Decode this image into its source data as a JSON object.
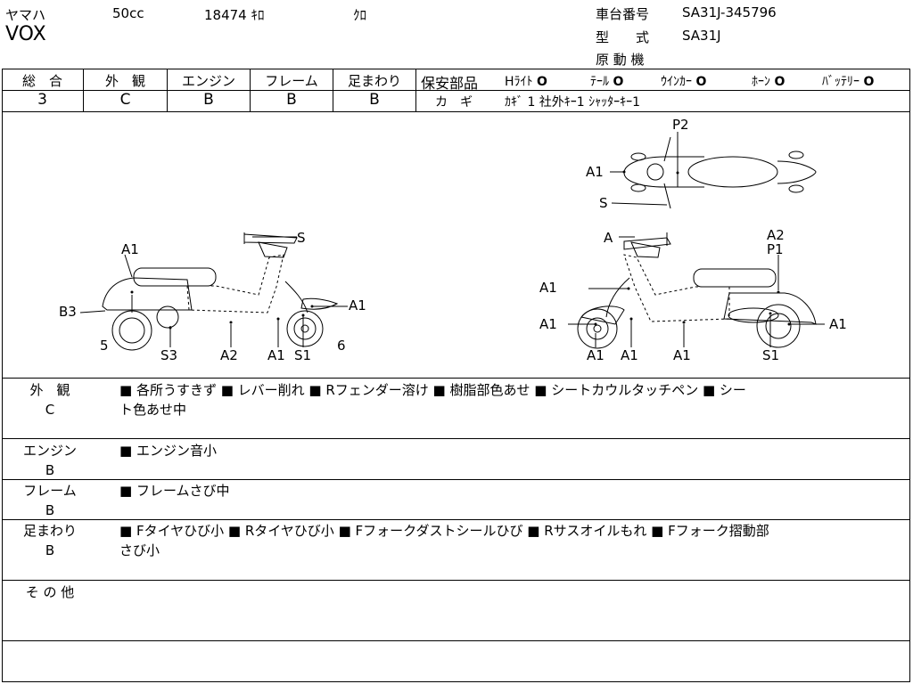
{
  "header": {
    "maker": "ヤマハ",
    "displacement": "50cc",
    "mileage": "18474 ｷﾛ",
    "color": "ｸﾛ",
    "model_name": "VOX",
    "chassis_label": "車台番号",
    "chassis_value": "SA31J-345796",
    "type_label": "型　　式",
    "type_value": "SA31J",
    "engine_motor_label": "原 動 機"
  },
  "grades": [
    {
      "label": "総　合",
      "value": "3"
    },
    {
      "label": "外　観",
      "value": "C"
    },
    {
      "label": "エンジン",
      "value": "B"
    },
    {
      "label": "フレーム",
      "value": "B"
    },
    {
      "label": "足まわり",
      "value": "B"
    }
  ],
  "safety": {
    "title": "保安部品",
    "items": [
      {
        "label": "Hﾗｲﾄ",
        "mark": "O"
      },
      {
        "label": "ﾃｰﾙ",
        "mark": "O"
      },
      {
        "label": "ｳｲﾝｶｰ",
        "mark": "O"
      },
      {
        "label": "ﾎｰﾝ",
        "mark": "O"
      },
      {
        "label": "ﾊﾞｯﾃﾘｰ",
        "mark": "O"
      }
    ],
    "key_label": "カ　ギ",
    "key_value": "ｶｷﾞ 1 社外ｷｰ1 ｼｬｯﾀｰｷｰ1"
  },
  "diagram": {
    "left_labels": [
      "A1",
      "S",
      "B3",
      "A1",
      "5",
      "6",
      "S3",
      "A2",
      "A1",
      "S1"
    ],
    "right_labels": [
      "A",
      "A2",
      "P1",
      "A1",
      "A1",
      "A1",
      "A1",
      "A1",
      "A1",
      "S1"
    ],
    "top_labels": [
      "P2",
      "A1",
      "S"
    ]
  },
  "notes": [
    {
      "category": "外　観",
      "grade": "C",
      "text_line1": "■ 各所うすきず ■ レバー削れ ■ Rフェンダー溶け ■ 樹脂部色あせ ■ シートカウルタッチペン ■ シー",
      "text_line2": "ト色あせ中"
    },
    {
      "category": "エンジン",
      "grade": "B",
      "text_line1": "■ エンジン音小",
      "text_line2": ""
    },
    {
      "category": "フレーム",
      "grade": "B",
      "text_line1": "■ フレームさび中",
      "text_line2": ""
    },
    {
      "category": "足まわり",
      "grade": "B",
      "text_line1": "■ Fタイヤひび小 ■ Rタイヤひび小 ■ Fフォークダストシールひび ■ Rサスオイルもれ ■ Fフォーク摺動部",
      "text_line2": "さび小"
    },
    {
      "category": "そ の 他",
      "grade": "",
      "text_line1": "",
      "text_line2": ""
    }
  ]
}
